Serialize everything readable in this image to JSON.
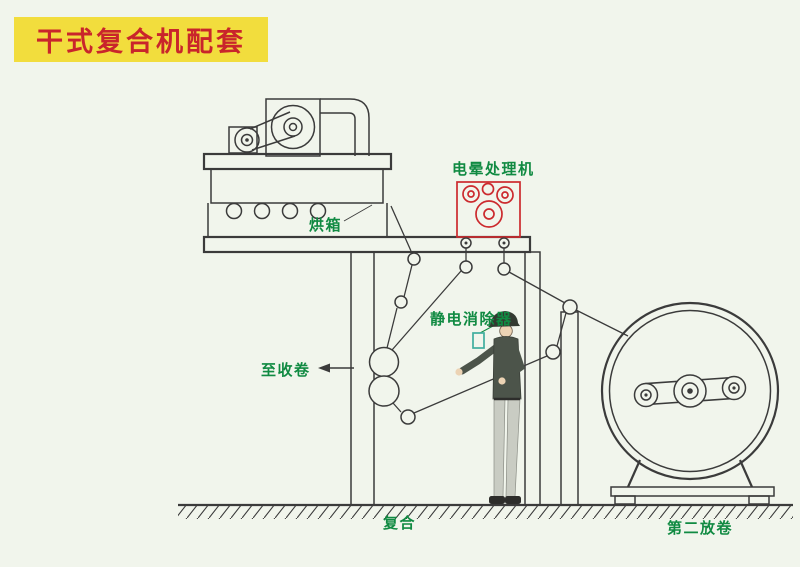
{
  "title": {
    "text": "干式复合机配套"
  },
  "labels": {
    "oven": "烘箱",
    "corona": "电晕处理机",
    "static_eliminator": "静电消除器",
    "to_rewinder": "至收卷",
    "laminate": "复合",
    "second_unwind": "第二放卷"
  },
  "colors": {
    "background": "#f1f5ec",
    "title_bg": "#f2dd3d",
    "title_text": "#c9252b",
    "label_green": "#108a42",
    "line": "#3b3b3b",
    "corona_red": "#cc2a2e",
    "highlight_teal": "#3fae9e"
  }
}
